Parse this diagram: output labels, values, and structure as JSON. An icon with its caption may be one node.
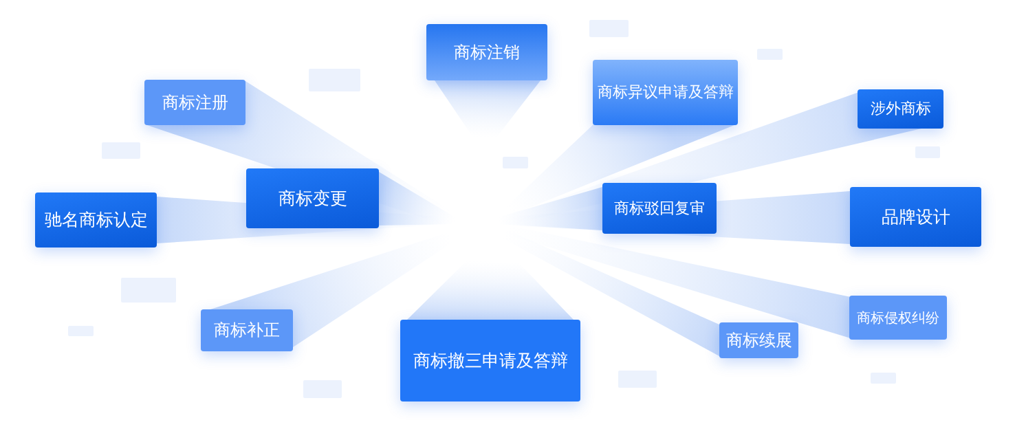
{
  "diagram": {
    "nodes": [
      {
        "text": [
          "商标注册"
        ]
      },
      {
        "text": [
          "商标注销"
        ]
      },
      {
        "text": [
          "商标异议申请及答辩"
        ]
      },
      {
        "text": [
          "涉外商标"
        ]
      },
      {
        "text": [
          "驰名商标认定"
        ]
      },
      {
        "text": [
          "商标变更"
        ]
      },
      {
        "text": [
          "商标驳回复审"
        ]
      },
      {
        "text": [
          "品牌设计"
        ]
      },
      {
        "text": [
          "商标补正"
        ]
      },
      {
        "text": [
          "商标撤三申请及答辩"
        ]
      },
      {
        "text": [
          "商标续展"
        ]
      },
      {
        "text": [
          "商标侵权纠纷"
        ]
      },
      {
        "text": [],
        "shape": "box"
      },
      {
        "text": [],
        "shape": "box"
      },
      {
        "text": [],
        "shape": "box"
      },
      {
        "text": [],
        "shape": "box"
      },
      {
        "text": [],
        "shape": "box"
      },
      {
        "text": [],
        "shape": "box"
      },
      {
        "text": [],
        "shape": "box"
      },
      {
        "text": [],
        "shape": "box"
      },
      {
        "text": [],
        "shape": "box"
      },
      {
        "text": [],
        "shape": "box"
      },
      {
        "text": [],
        "shape": "box"
      }
    ]
  }
}
